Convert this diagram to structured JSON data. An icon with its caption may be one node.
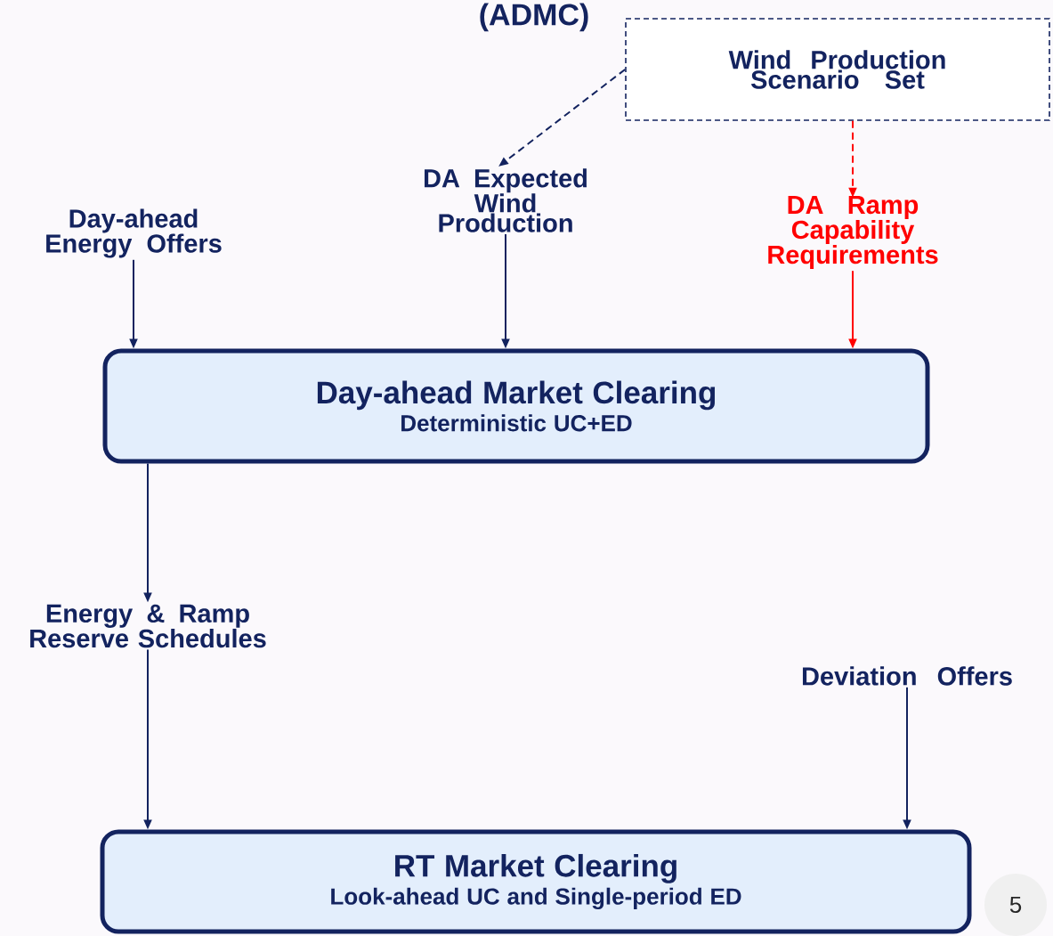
{
  "diagram": {
    "nodes": [
      {
        "text": [
          "Wind Production Scenario Set"
        ]
      },
      {
        "text": [
          "DA Expected Wind Production"
        ]
      },
      {
        "text": [
          "DA Ramp Capability Requirements"
        ]
      },
      {
        "text": [
          "Day-ahead Energy Offers"
        ]
      },
      {
        "text": [
          "Day-ahead Market Clearing",
          "Deterministic UC+ED"
        ]
      },
      {
        "text": [
          "Energy & Ramp Reserve Schedules"
        ]
      },
      {
        "text": [
          "Deviation Offers"
        ]
      },
      {
        "text": [
          "RT Market Clearing",
          "Look-ahead UC and Single-period ED"
        ]
      }
    ],
    "edges": [
      {
        "from": 0,
        "to": 1,
        "arrow": "to",
        "style": "dashed"
      },
      {
        "from": 0,
        "to": 2,
        "arrow": "to",
        "style": "dashed",
        "color": "#ff0000"
      },
      {
        "from": 3,
        "to": 4,
        "arrow": "to"
      },
      {
        "from": 1,
        "to": 4,
        "arrow": "to"
      },
      {
        "from": 2,
        "to": 4,
        "arrow": "to",
        "color": "#ff0000"
      },
      {
        "from": 4,
        "to": 5,
        "arrow": "to"
      },
      {
        "from": 5,
        "to": 7,
        "arrow": "to"
      },
      {
        "from": 6,
        "to": 7,
        "arrow": "to"
      }
    ],
    "labels": [
      "(ADMC)",
      "5"
    ]
  }
}
